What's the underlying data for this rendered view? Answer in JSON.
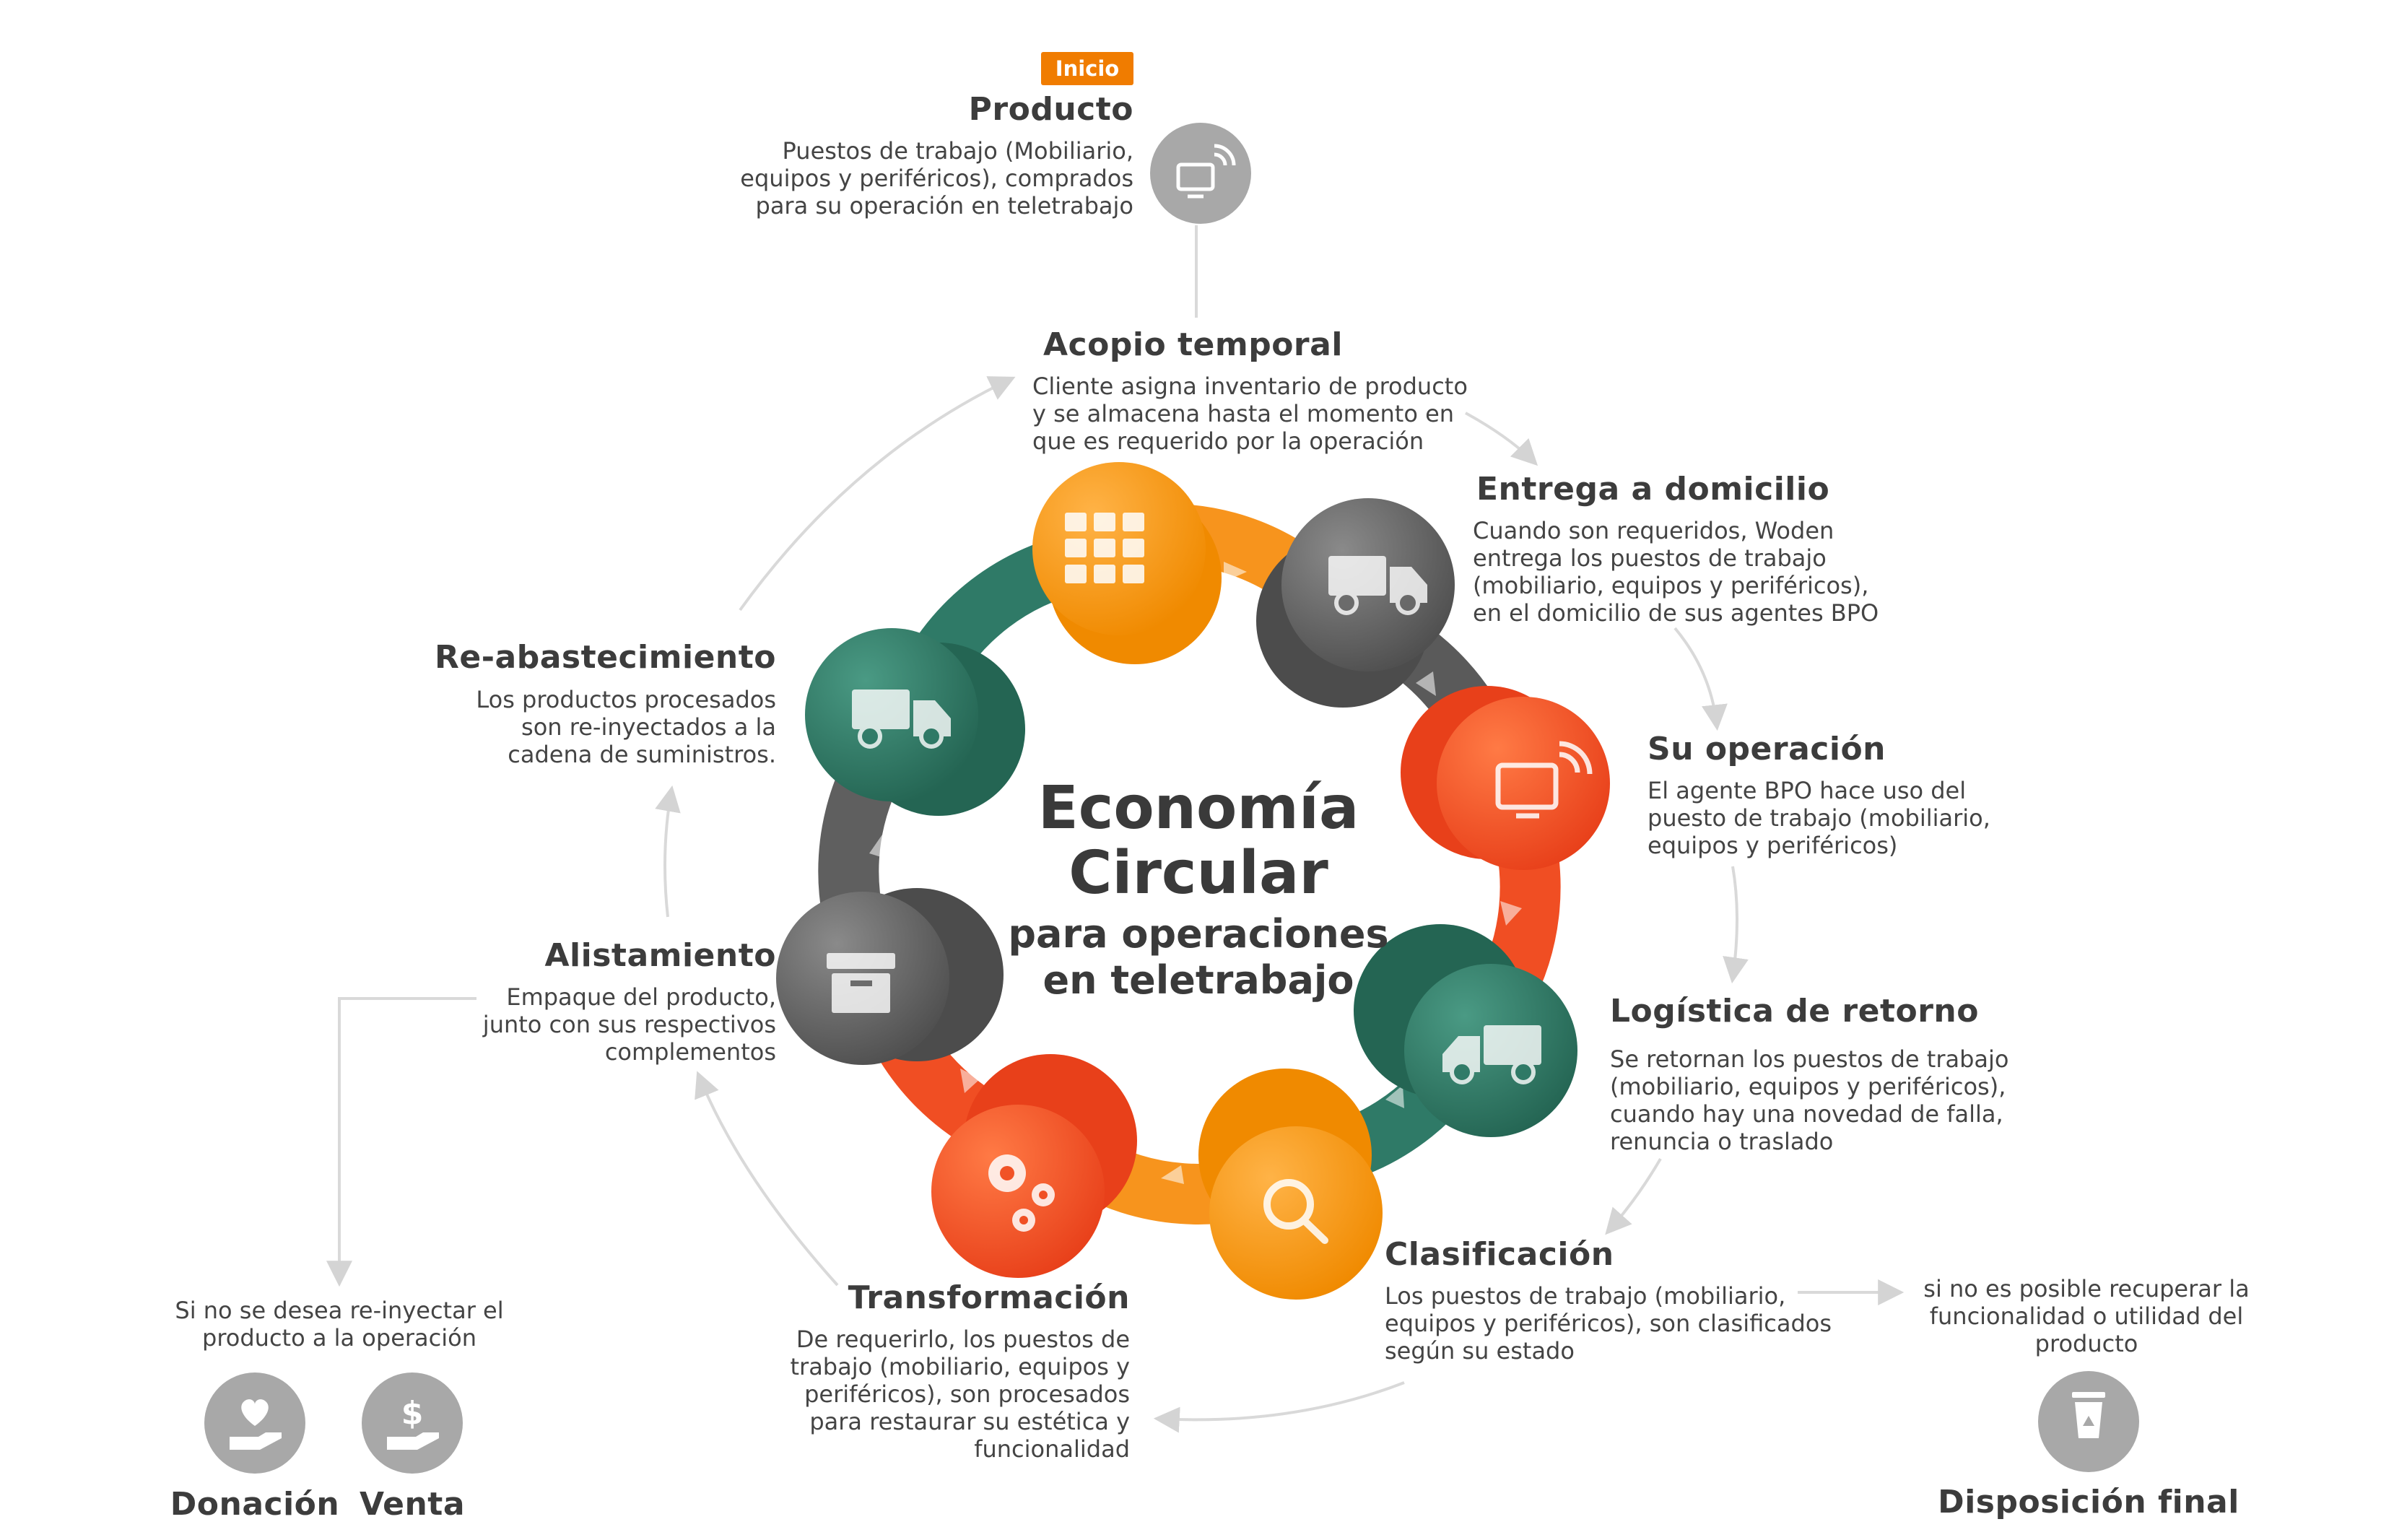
{
  "badge": "Inicio",
  "center": {
    "title_line1": "Economía",
    "title_line2": "Circular",
    "subtitle_line1": "para operaciones",
    "subtitle_line2": "en teletrabajo"
  },
  "steps": {
    "producto": {
      "title": "Producto",
      "desc": "Puestos de trabajo (Mobiliario,\nequipos y periféricos), comprados\npara su operación en teletrabajo"
    },
    "acopio": {
      "title": "Acopio temporal",
      "desc": "Cliente asigna inventario de producto\ny se almacena hasta el momento en\nque es requerido por la operación"
    },
    "entrega": {
      "title": "Entrega a domicilio",
      "desc": "Cuando son requeridos, Woden\nentrega los puestos de trabajo\n(mobiliario, equipos y periféricos),\nen el domicilio de sus agentes BPO"
    },
    "operacion": {
      "title": "Su operación",
      "desc": "El agente BPO hace uso del\npuesto de trabajo (mobiliario,\nequipos y periféricos)"
    },
    "logistica": {
      "title": "Logística de retorno",
      "desc": "Se retornan los puestos de trabajo\n(mobiliario, equipos y periféricos),\ncuando hay una novedad de falla,\nrenuncia o traslado"
    },
    "clasificacion": {
      "title": "Clasificación",
      "desc": "Los puestos de trabajo (mobiliario,\nequipos y periféricos), son clasificados\nsegún su estado"
    },
    "transformacion": {
      "title": "Transformación",
      "desc": "De requerirlo, los puestos de\ntrabajo (mobiliario, equipos y\nperiféricos), son procesados\npara restaurar su estética y\nfuncionalidad"
    },
    "alistamiento": {
      "title": "Alistamiento",
      "desc": "Empaque del producto,\njunto con sus respectivos\ncomplementos"
    },
    "reabastecimiento": {
      "title": "Re-abastecimiento",
      "desc": "Los productos procesados\nson re-inyectados a la\ncadena de suministros."
    }
  },
  "side": {
    "no_reinyectar": "Si no se desea re-inyectar el\nproducto a la operación",
    "donacion": "Donación",
    "venta": "Venta",
    "no_recuperar": "si no es posible recuperar la\nfuncionalidad o utilidad del\nproducto",
    "disposicion": "Disposición final"
  },
  "colors": {
    "orange": "#f7941d",
    "red_orange": "#f04e23",
    "dark_gray": "#5f5f5f",
    "teal": "#2f7a67",
    "light_gray": "#a8a8a8",
    "badge": "#f07c00",
    "connector": "#d9d9d9"
  },
  "icons": {
    "producto": "monitor-wifi-icon",
    "acopio": "grid-icon",
    "entrega": "truck-icon",
    "operacion": "monitor-wifi-icon",
    "logistica": "truck-icon",
    "clasificacion": "magnifier-icon",
    "transformacion": "gears-icon",
    "alistamiento": "box-icon",
    "reabastecimiento": "truck-icon",
    "donacion": "heart-hand-icon",
    "venta": "dollar-hand-icon",
    "disposicion": "recycle-bin-icon"
  }
}
